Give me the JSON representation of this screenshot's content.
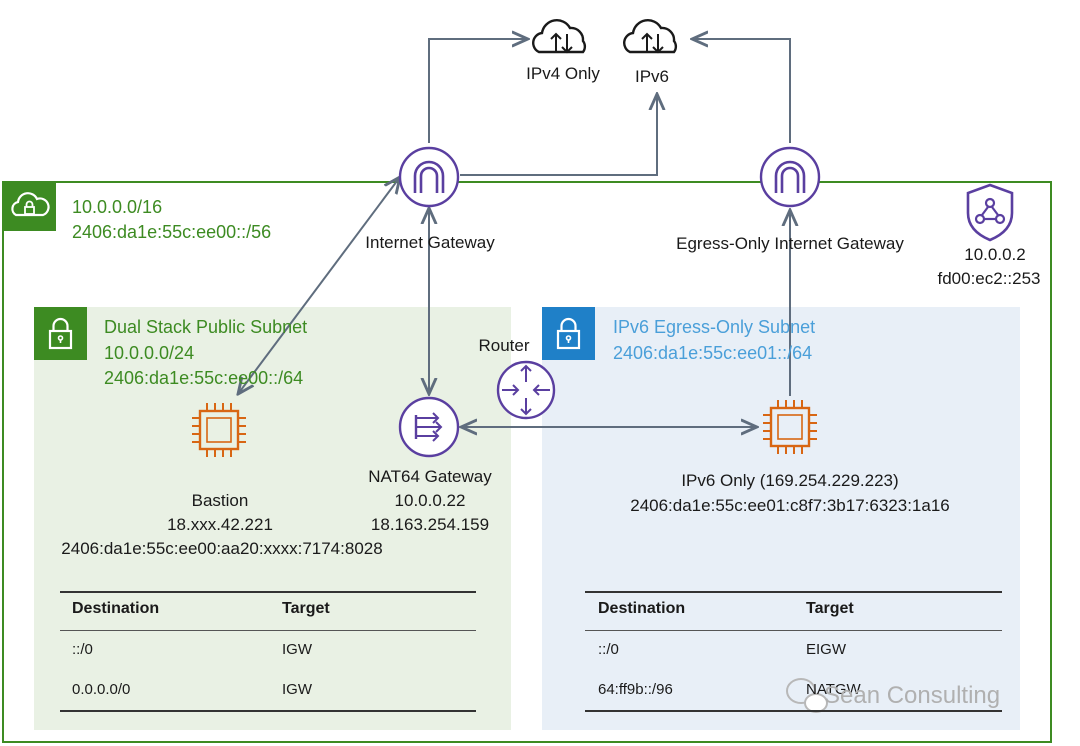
{
  "internet": {
    "ipv4_label": "IPv4 Only",
    "ipv6_label": "IPv6"
  },
  "vpc": {
    "cidr_v4": "10.0.0.0/16",
    "cidr_v6": "2406:da1e:55c:ee00::/56",
    "dns": {
      "ipv4": "10.0.0.2",
      "ipv6": "fd00:ec2::253"
    }
  },
  "gateways": {
    "igw_label": "Internet Gateway",
    "eigw_label": "Egress-Only Internet Gateway",
    "router_label": "Router"
  },
  "public_subnet": {
    "name": "Dual Stack Public Subnet",
    "cidr_v4": "10.0.0.0/24",
    "cidr_v6": "2406:da1e:55c:ee00::/64",
    "bastion": {
      "name": "Bastion",
      "ipv4": "18.xxx.42.221",
      "ipv6": "2406:da1e:55c:ee00:aa20:xxxx:7174:8028"
    },
    "nat64": {
      "name": "NAT64 Gateway",
      "private_ip": "10.0.0.22",
      "public_ip": "18.163.254.159"
    },
    "route_table": {
      "headers": [
        "Destination",
        "Target"
      ],
      "rows": [
        [
          "::/0",
          "IGW"
        ],
        [
          "0.0.0.0/0",
          "IGW"
        ]
      ]
    }
  },
  "egress_subnet": {
    "name": "IPv6 Egress-Only Subnet",
    "cidr_v6": "2406:da1e:55c:ee01::/64",
    "instance": {
      "name": "IPv6 Only (169.254.229.223)",
      "ipv6": "2406:da1e:55c:ee01:c8f7:3b17:6323:1a16"
    },
    "route_table": {
      "headers": [
        "Destination",
        "Target"
      ],
      "rows": [
        [
          "::/0",
          "EIGW"
        ],
        [
          "64:ff9b::/96",
          "NATGW"
        ]
      ]
    }
  },
  "watermark": "Sean Consulting",
  "colors": {
    "vpc_green": "#3d8b22",
    "subnet_blue": "#1f80c8",
    "gateway_purple": "#5a3fa0",
    "compute_orange": "#d86613",
    "arrow_gray": "#5f6d7e"
  }
}
